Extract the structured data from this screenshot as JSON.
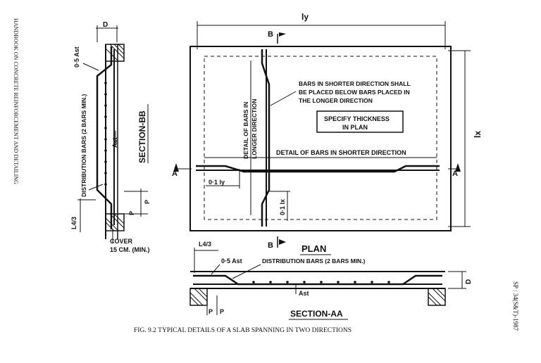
{
  "margin": {
    "left_running_head": "HANDBOOK ON CONCRETE REINFORCEMENT AND DETAILING",
    "right_running_head": "SP : 34(S&T)-1987"
  },
  "section_bb": {
    "title": "SECTION-BB",
    "dim_d": "D",
    "half_ast": "0·5 Ast",
    "ast": "Ast",
    "distribution_bars": "DISTRIBUTION BARS (2 BARS MIN.)",
    "l_over_4": "L4/3",
    "p": "P",
    "cover": "COVER",
    "cover_min": "15 CM. (MIN.)"
  },
  "plan": {
    "title": "PLAN",
    "ly": "ly",
    "lx": "lx",
    "section_mark_a": "A",
    "section_mark_b": "B",
    "note_bars": "BARS IN SHORTER DIRECTION SHALL BE PLACED BELOW BARS PLACED IN THE LONGER DIRECTION",
    "specify_thickness": "SPECIFY THICKNESS IN PLAN",
    "detail_longer": "DETAIL OF BARS IN LONGER DIRECTION",
    "detail_shorter": "DETAIL OF BARS IN SHORTER DIRECTION",
    "dim_01ly": "0·1 ly",
    "dim_01lx": "0·1 lx"
  },
  "section_aa": {
    "title": "SECTION-AA",
    "l_over_4": "L4/3",
    "half_ast": "0·5 Ast",
    "distribution_bars": "DISTRIBUTION BARS (2 BARS MIN.)",
    "ast": "Ast",
    "d": "D",
    "p": "P"
  },
  "caption": "FIG. 9.2 TYPICAL DETAILS OF A SLAB SPANNING IN TWO DIRECTIONS"
}
